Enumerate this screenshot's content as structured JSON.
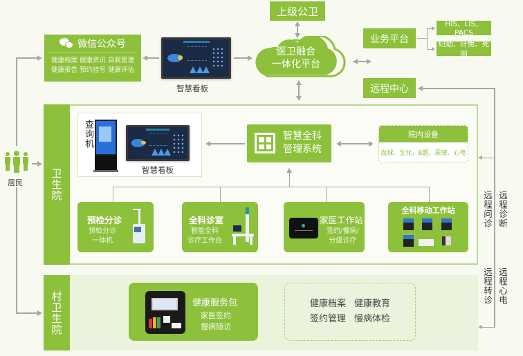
{
  "diagram": {
    "superior_public_health": "上级公卫",
    "cloud_platform": {
      "line1": "医卫融合",
      "line2": "一体化平台"
    },
    "business_platform": {
      "label": "业务平台",
      "items": [
        "HIS、LIS、PACS",
        "妇幼、计免、死因"
      ]
    },
    "remote_center": "远程中心",
    "wechat": {
      "title": "微信公众号",
      "features_line1": "健康档案 健康资讯 自我管理",
      "features_line2": "健康报告 预约挂号 健康评估"
    },
    "top_dashboard_label": "智慧看板",
    "residents_label": "居民",
    "township_hospital": {
      "label": "卫生院",
      "kiosk_label": "查询机",
      "dashboard_label": "智慧看板",
      "management_system": {
        "line1": "智慧全科",
        "line2": "管理系统"
      },
      "in_hospital_equipment": {
        "title": "院内设备",
        "items": "血球、生化、B超、尿液、心电"
      },
      "cards": [
        {
          "title": "预检分诊",
          "sub1": "预检分诊",
          "sub2": "一体机"
        },
        {
          "title": "全科诊室",
          "sub1": "智能全科",
          "sub2": "诊疗工作台"
        },
        {
          "title": "家医工作站",
          "sub1": "签约/慢病/",
          "sub2": "分级诊疗"
        },
        {
          "title": "全科移动工作站"
        }
      ]
    },
    "village_clinic": {
      "label": "村卫生院",
      "service_kit": {
        "title": "健康服务包",
        "sub1": "家医签约",
        "sub2": "慢病随访"
      },
      "services": {
        "row1": [
          "健康档案",
          "健康教育"
        ],
        "row2": [
          "签约管理",
          "慢病体检"
        ]
      }
    },
    "remote_labels": {
      "consultation": "远程问诊",
      "diagnosis": "远程诊断",
      "referral": "远程转诊",
      "ecg": "远程心电"
    }
  }
}
